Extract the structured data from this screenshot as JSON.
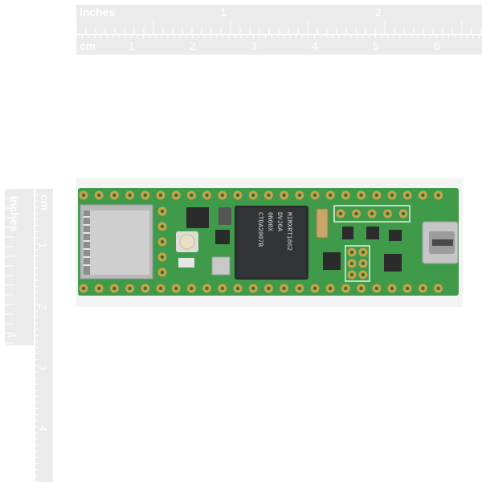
{
  "rulers": {
    "top_inches_label": "inches",
    "top_inches_numbers": [
      "1",
      "2"
    ],
    "top_cm_label": "cm",
    "top_cm_numbers": [
      "1",
      "2",
      "3",
      "4",
      "5",
      "6"
    ],
    "left_inches_label": "inches",
    "left_inches_numbers": [
      "1"
    ],
    "left_cm_label": "cm",
    "left_cm_numbers": [
      "1",
      "2",
      "3",
      "4"
    ]
  },
  "board": {
    "chip_text": [
      "MIMXRT1862",
      "DVJ6A",
      "0N00X",
      "CTDA2007B"
    ],
    "pcb_color": "#3f9a4a",
    "pad_color": "#c9a24a"
  }
}
